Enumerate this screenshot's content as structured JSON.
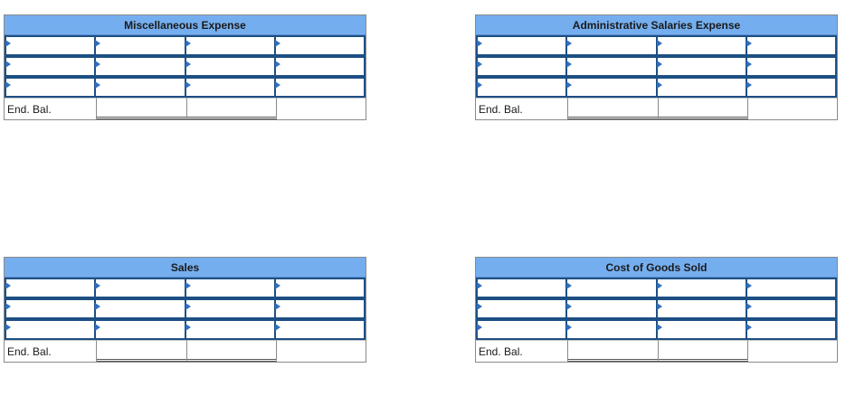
{
  "accounts": [
    {
      "title": "Miscellaneous Expense",
      "end_balance_label": "End. Bal."
    },
    {
      "title": "Administrative Salaries Expense",
      "end_balance_label": "End. Bal."
    },
    {
      "title": "Sales",
      "end_balance_label": "End. Bal."
    },
    {
      "title": "Cost of Goods Sold",
      "end_balance_label": "End. Bal."
    }
  ]
}
